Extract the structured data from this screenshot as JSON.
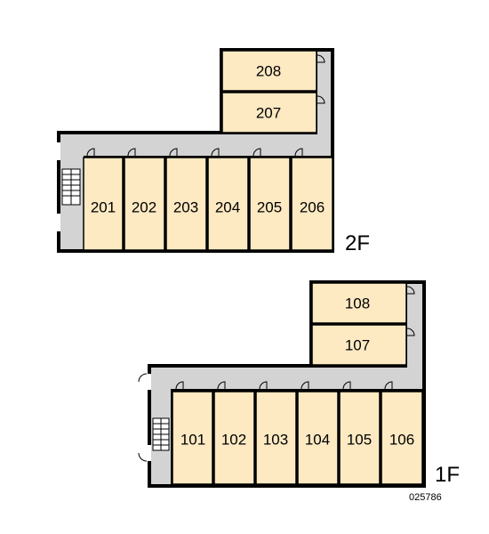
{
  "floors": [
    {
      "label": "2F",
      "rooms_main": [
        "201",
        "202",
        "203",
        "204",
        "205",
        "206"
      ],
      "rooms_wing": [
        "208",
        "207"
      ]
    },
    {
      "label": "1F",
      "rooms_main": [
        "101",
        "102",
        "103",
        "104",
        "105",
        "106"
      ],
      "rooms_wing": [
        "108",
        "107"
      ]
    }
  ],
  "code": "025786",
  "colors": {
    "room_fill": "#fde9c2",
    "corridor_fill": "#d3d3d3",
    "wall": "#000000"
  }
}
